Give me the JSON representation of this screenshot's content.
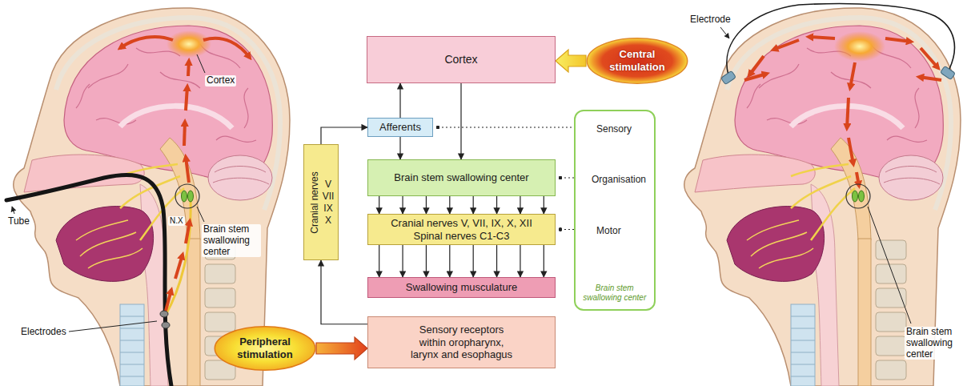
{
  "diagram": {
    "nodes": [
      {
        "text": [
          "Cortex"
        ]
      },
      {
        "text": [
          "Central stimulation"
        ]
      },
      {
        "text": [
          "Cranial nerves",
          "V VII IX X"
        ]
      },
      {
        "text": [
          "Afferents"
        ]
      },
      {
        "text": [
          "Brain stem swallowing center"
        ]
      },
      {
        "text": [
          "Cranial nerves V, VII, IX, X, XII Spinal nerves C1-C3"
        ]
      },
      {
        "text": [
          "Sensory",
          "Organisation",
          "Motor",
          "Brain stem swallowing center"
        ]
      },
      {
        "text": [
          "Swallowing musculature"
        ]
      },
      {
        "text": [
          "Peripheral stimulation"
        ]
      },
      {
        "text": [
          "Sensory receptors within oropharynx, larynx and esophagus"
        ]
      }
    ],
    "edges": [
      {
        "from": 3,
        "to": 0,
        "arrow": "to"
      },
      {
        "from": 0,
        "to": 4,
        "arrow": "to"
      },
      {
        "from": 3,
        "to": 4,
        "arrow": "to"
      },
      {
        "from": 4,
        "to": 5,
        "arrow": "to"
      },
      {
        "from": 4,
        "to": 5,
        "arrow": "to"
      },
      {
        "from": 4,
        "to": 5,
        "arrow": "to"
      },
      {
        "from": 4,
        "to": 5,
        "arrow": "to"
      },
      {
        "from": 4,
        "to": 5,
        "arrow": "to"
      },
      {
        "from": 4,
        "to": 5,
        "arrow": "to"
      },
      {
        "from": 4,
        "to": 5,
        "arrow": "to"
      },
      {
        "from": 4,
        "to": 5,
        "arrow": "to"
      },
      {
        "from": 5,
        "to": 7,
        "arrow": "to"
      },
      {
        "from": 5,
        "to": 7,
        "arrow": "to"
      },
      {
        "from": 5,
        "to": 7,
        "arrow": "to"
      },
      {
        "from": 5,
        "to": 7,
        "arrow": "to"
      },
      {
        "from": 5,
        "to": 7,
        "arrow": "to"
      },
      {
        "from": 5,
        "to": 7,
        "arrow": "to"
      },
      {
        "from": 5,
        "to": 7,
        "arrow": "to"
      },
      {
        "from": 5,
        "to": 7,
        "arrow": "to"
      },
      {
        "from": 9,
        "to": 2,
        "arrow": "to"
      },
      {
        "from": 2,
        "to": 3,
        "arrow": "to"
      },
      {
        "from": 3,
        "to": 6,
        "arrow": "none"
      },
      {
        "from": 4,
        "to": 6,
        "arrow": "none"
      },
      {
        "from": 5,
        "to": 6,
        "arrow": "none"
      },
      {
        "from": 1,
        "to": 0,
        "arrow": "to"
      },
      {
        "from": 8,
        "to": 9,
        "arrow": "to"
      }
    ],
    "labels": [
      "Cortex",
      "Brain stem swallowing center",
      "N.X",
      "Tube",
      "Electrodes",
      "Electrode",
      "Brain stem swallowing center"
    ]
  }
}
